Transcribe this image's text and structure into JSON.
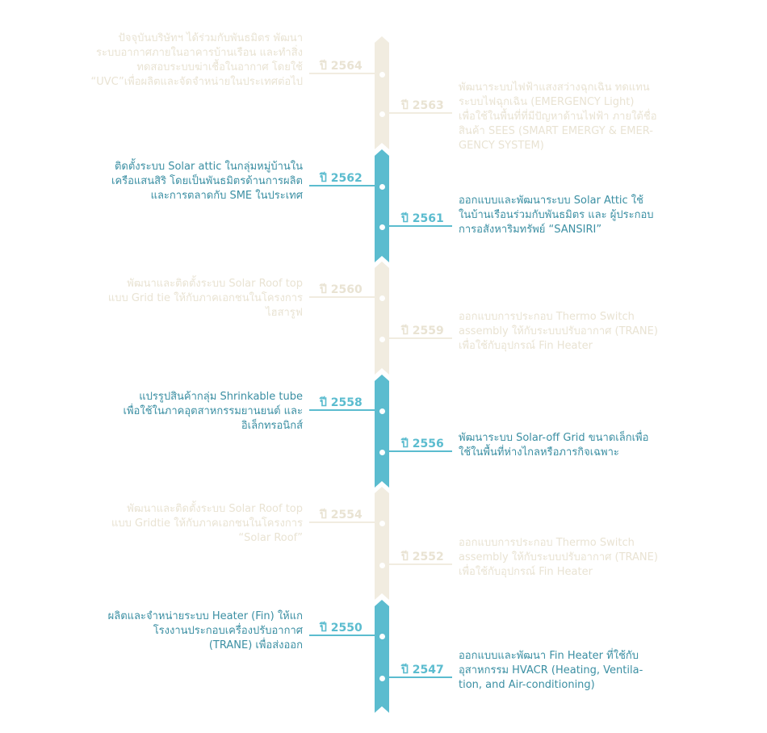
{
  "colors": {
    "active": "#5bbccf",
    "active_text": "#3b8fa3",
    "faded": "#f1ece0",
    "faded_text": "#e9e3d3"
  },
  "entries": [
    {
      "year": "ปี 2564",
      "side": "left",
      "active": false,
      "lines": [
        "ปัจจุบันบริษัทฯ ได้ร่วมกับพันธมิตร พัฒนา",
        "ระบบอากาศภายในอาคารบ้านเรือน และทำสิ่ง",
        "ทดสอบระบบฆ่าเชื้อในอากาศ โดยใช้",
        "“UVC”เพื่อผลิตและจัดจำหน่ายในประเทศต่อไป"
      ]
    },
    {
      "year": "ปี 2563",
      "side": "right",
      "active": false,
      "lines": [
        "พัฒนาระบบไฟฟ้าแสงสว่างฉุกเฉิน ทดแทน",
        "ระบบไฟฉุกเฉิน (EMERGENCY Light)",
        "เพื่อใช้ในพื้นที่ที่มีปัญหาด้านไฟฟ้า ภายใต้ชื่อ",
        "สินค้า SEES (SMART EMERGY & EMER-",
        "GENCY SYSTEM)"
      ]
    },
    {
      "year": "ปี 2562",
      "side": "left",
      "active": true,
      "lines": [
        "ติดตั้งระบบ Solar attic ในกลุ่มหมู่บ้านใน",
        "เครือแสนสิริ โดยเป็นพันธมิตรด้านการผลิต",
        "และการตลาดกับ SME ในประเทศ"
      ]
    },
    {
      "year": "ปี 2561",
      "side": "right",
      "active": true,
      "lines": [
        "ออกแบบและพัฒนาระบบ Solar Attic ใช้",
        "ในบ้านเรือนร่วมกับพันธมิตร และ ผู้ประกอบ",
        "การอสังหาริมทรัพย์ “SANSIRI”"
      ]
    },
    {
      "year": "ปี 2560",
      "side": "left",
      "active": false,
      "lines": [
        "พัฒนาและติดตั้งระบบ Solar Roof top",
        "แบบ Grid tie ให้กับภาคเอกชนในโครงการ",
        "ไฮสารูฟ"
      ]
    },
    {
      "year": "ปี 2559",
      "side": "right",
      "active": false,
      "lines": [
        "ออกแบบการประกอบ Thermo Switch",
        "assembly ให้กับระบบปรับอากาศ (TRANE)",
        "เพื่อใช้กับอุปกรณ์ Fin Heater"
      ]
    },
    {
      "year": "ปี 2558",
      "side": "left",
      "active": true,
      "lines": [
        "แปรรูปสินค้ากลุ่ม Shrinkable tube",
        "เพื่อใช้ในภาคอุตสาหกรรมยานยนต์ และ",
        "อิเล็กทรอนิกส์"
      ]
    },
    {
      "year": "ปี 2556",
      "side": "right",
      "active": true,
      "lines": [
        "พัฒนาระบบ Solar-off Grid ขนาดเล็กเพื่อ",
        "ใช้ในพื้นที่ห่างไกลหรือภารกิจเฉพาะ"
      ]
    },
    {
      "year": "ปี 2554",
      "side": "left",
      "active": false,
      "lines": [
        "พัฒนาและติดตั้งระบบ Solar Roof top",
        "แบบ Gridtie ให้กับภาคเอกชนในโครงการ",
        "“Solar Roof”"
      ]
    },
    {
      "year": "ปี 2552",
      "side": "right",
      "active": false,
      "lines": [
        "ออกแบบการประกอบ Thermo Switch",
        "assembly ให้กับระบบปรับอากาศ (TRANE)",
        "เพื่อใช้กับอุปกรณ์ Fin Heater"
      ]
    },
    {
      "year": "ปี 2550",
      "side": "left",
      "active": true,
      "lines": [
        "ผลิตและจำหน่ายระบบ Heater (Fin) ให้แก",
        "โรงงานประกอบเครื่องปรับอากาศ",
        "(TRANE) เพื่อส่งออก"
      ]
    },
    {
      "year": "ปี 2547",
      "side": "right",
      "active": true,
      "lines": [
        "ออกแบบและพัฒนา Fin Heater ที่ใช้กับ",
        "อุสาหกรรม HVACR (Heating, Ventila-",
        "tion, and Air-conditioning)"
      ]
    }
  ]
}
